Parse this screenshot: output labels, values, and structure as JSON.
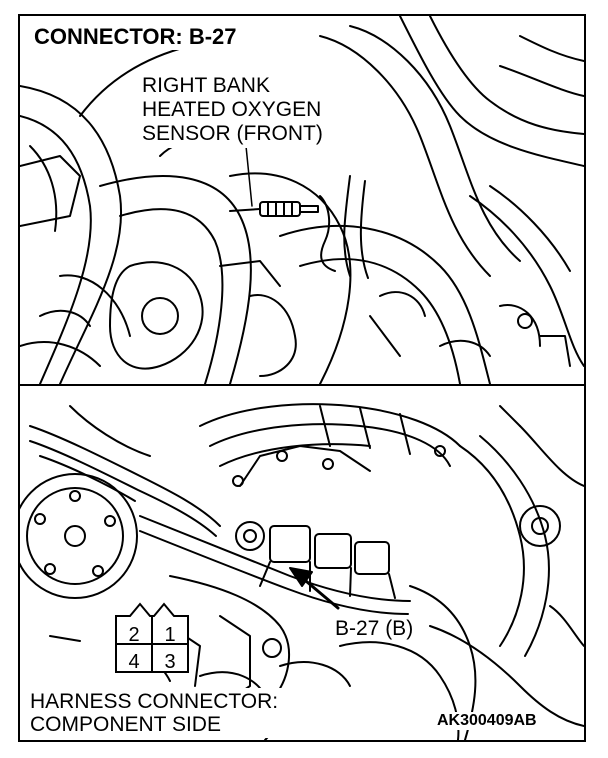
{
  "title": "CONNECTOR: B-27",
  "sensor_label": [
    "RIGHT BANK",
    "HEATED OXYGEN",
    "SENSOR (FRONT)"
  ],
  "callout_label": "B-27 (B)",
  "harness_label": [
    "HARNESS CONNECTOR:",
    "COMPONENT SIDE"
  ],
  "pins": [
    "2",
    "1",
    "4",
    "3"
  ],
  "figure_code": "AK300409AB"
}
